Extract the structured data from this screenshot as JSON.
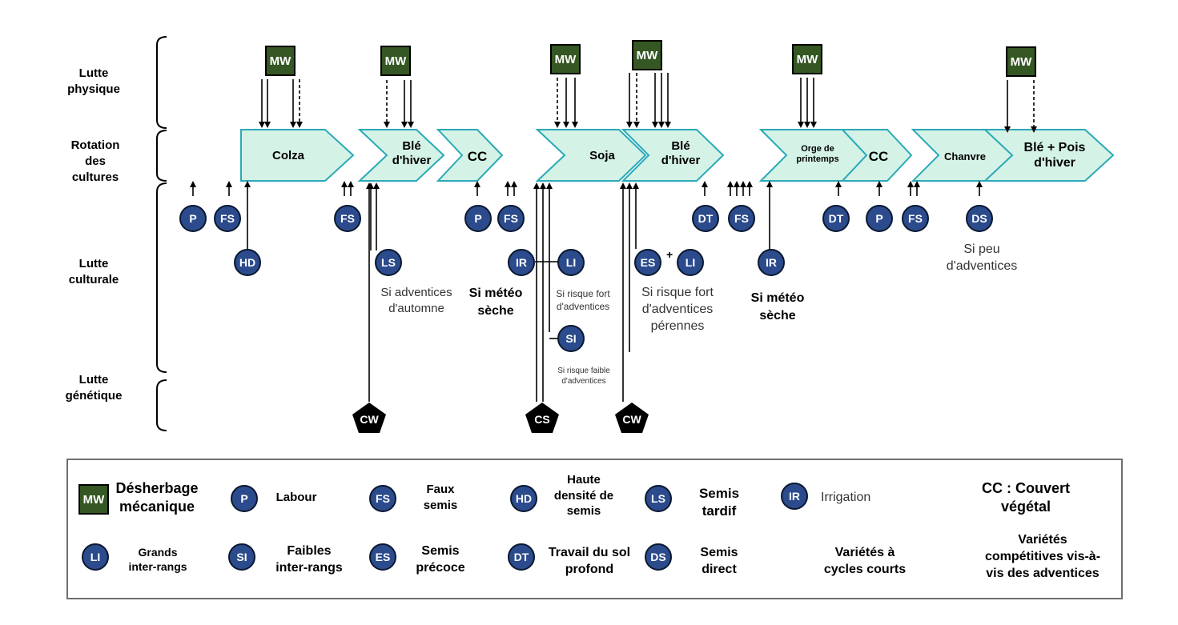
{
  "row_labels": {
    "physique": "Lutte\nphysique",
    "rotation": "Rotation\ndes\ncultures",
    "culturale": "Lutte\nculturale",
    "genetique": "Lutte\ngénétique"
  },
  "crops": {
    "colza": "Colza",
    "ble1": "Blé\nd'hiver",
    "cc1": "CC",
    "soja": "Soja",
    "ble2": "Blé\nd'hiver",
    "orge": "Orge de\nprintemps",
    "cc2": "CC",
    "chanvre": "Chanvre",
    "blepois": "Blé + Pois\nd'hiver"
  },
  "codes": {
    "MW": "MW",
    "P": "P",
    "FS": "FS",
    "HD": "HD",
    "LS": "LS",
    "IR": "IR",
    "LI": "LI",
    "SI": "SI",
    "ES": "ES",
    "DT": "DT",
    "DS": "DS",
    "CS": "CS",
    "CW": "CW"
  },
  "notes": {
    "ls": "Si adventices\nd'automne",
    "meteo1": "Si météo\nsèche",
    "li": "Si risque fort\nd'adventices",
    "si": "Si risque faible\nd'adventices",
    "es": "Si risque fort\nd'adventices\npérennes",
    "meteo2": "Si météo\nsèche",
    "ds": "Si peu\nd'adventices",
    "plus": "+"
  },
  "legend": {
    "mw": "Désherbage\nmécanique",
    "p": "Labour",
    "fs": "Faux\nsemis",
    "hd": "Haute\ndensité de\nsemis",
    "ls": "Semis\ntardif",
    "ir": "Irrigation",
    "cc": "CC : Couvert\nvégétal",
    "li": "Grands\ninter-rangs",
    "si": "Faibles\ninter-rangs",
    "es": "Semis\nprécoce",
    "dt": "Travail du sol\nprofond",
    "ds": "Semis\ndirect",
    "cs": "Variétés à\ncycles courts",
    "cw": "Variétés\ncompétitives vis-à-\nvis des adventices"
  },
  "colors": {
    "crop_fill": "#d5f2e6",
    "crop_stroke": "#2aa9b8",
    "circle_fill": "#2b4b8c",
    "mw_fill": "#355723"
  }
}
